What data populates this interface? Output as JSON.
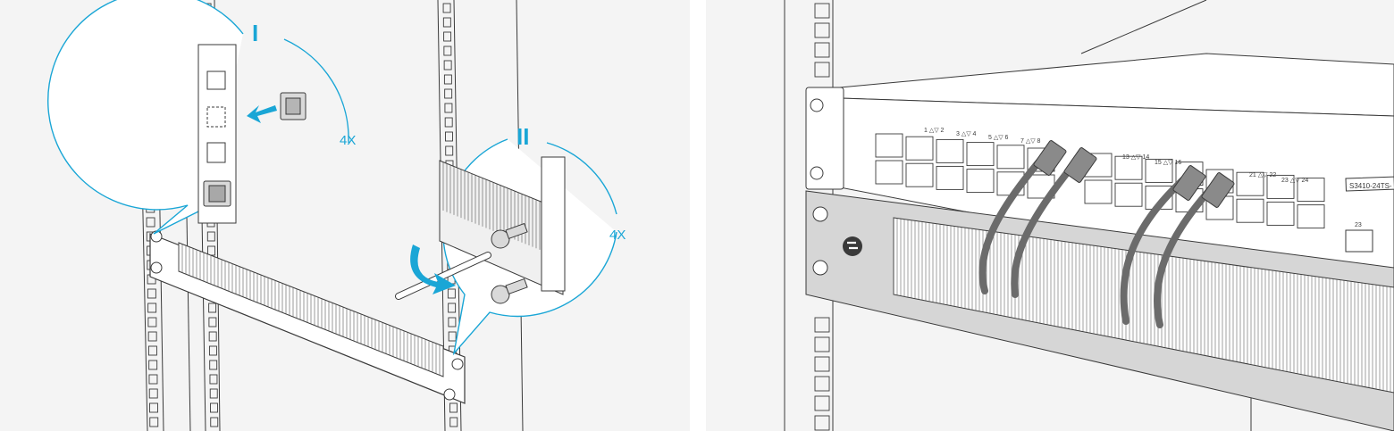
{
  "step_one": {
    "marker": "I",
    "quantity": "4X"
  },
  "step_two": {
    "marker": "II",
    "quantity": "4X"
  },
  "switch": {
    "model_label": "S3410-24TS-",
    "port_groups": [
      "1 △▽ 2",
      "3 △▽ 4",
      "5 △▽ 6",
      "7 △▽ 8",
      "13 △▽ 14",
      "15 △▽ 16",
      "21 △▽ 22",
      "23 △▽ 24"
    ],
    "sfp_label": "23"
  },
  "colors": {
    "accent": "#1aa6d6",
    "line": "#3a3a3a",
    "background": "#f4f4f4"
  },
  "icons": [
    "cage-nut-icon",
    "screw-icon",
    "screwdriver-icon",
    "rotation-arrow-icon",
    "ethernet-cable-icon",
    "brand-logo-icon"
  ]
}
